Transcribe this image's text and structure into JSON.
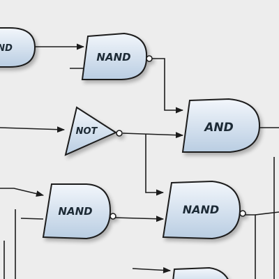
{
  "diagram": {
    "colors": {
      "background": "#ededed",
      "gate_fill_top": "#f2f6fb",
      "gate_fill_bottom": "#b9cde2",
      "gate_stroke": "#1c1c1c",
      "wire": "#1c1c1c"
    },
    "gates": [
      {
        "id": "g-partial-left",
        "type": "NAND",
        "label": "AND"
      },
      {
        "id": "g-nand-top",
        "type": "NAND",
        "label": "NAND"
      },
      {
        "id": "g-not",
        "type": "NOT",
        "label": "NOT"
      },
      {
        "id": "g-and",
        "type": "AND",
        "label": "AND"
      },
      {
        "id": "g-nand-bottom-left",
        "type": "NAND",
        "label": "NAND"
      },
      {
        "id": "g-nand-bottom-right",
        "type": "NAND",
        "label": "NAND"
      },
      {
        "id": "g-partial-bottom",
        "type": "AND",
        "label": ""
      }
    ]
  }
}
